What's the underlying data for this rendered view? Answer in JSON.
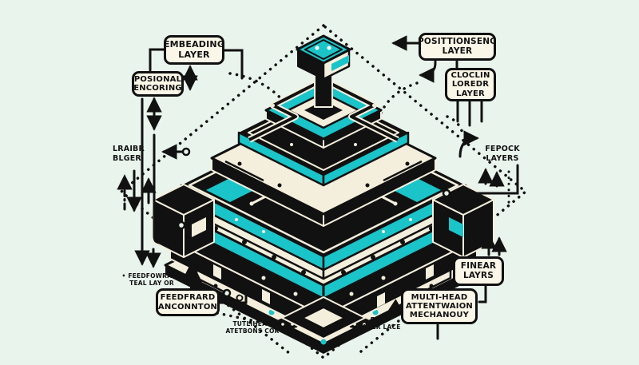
{
  "colors": {
    "background": "#e9f4ec",
    "ink": "#111111",
    "teal": "#1ac4c9",
    "cream": "#f4efdc",
    "box_bg": "#faf6e8"
  },
  "labels": {
    "embedding": "EMBEADING\nLAYER",
    "positional_encoding": "POSIONAL\nENCORING",
    "positioning_layer": "POSITTIONSENG\nLAYER",
    "cloclin_loredr": "CLOCLIN\nLOREDR\nLAYER",
    "finear_layers": "FINEAR\nLAYRS",
    "multi_head": "MULTI-HEAD\nATTENTWAION\nMECHANOUY",
    "feedforward": "FEEDFRARD\nANCONNTON",
    "layer_block": "LRAIBR\nBLGER",
    "epoch_layers": "FEPOCK\nLAYERS",
    "feedforward_note": "• FEEDFOWRABD\nTEAL LAY OR",
    "attention_note": "TUTLIHEAD\nATETBONS COR",
    "layer_note": "ETCD\nLAUER LACE"
  }
}
